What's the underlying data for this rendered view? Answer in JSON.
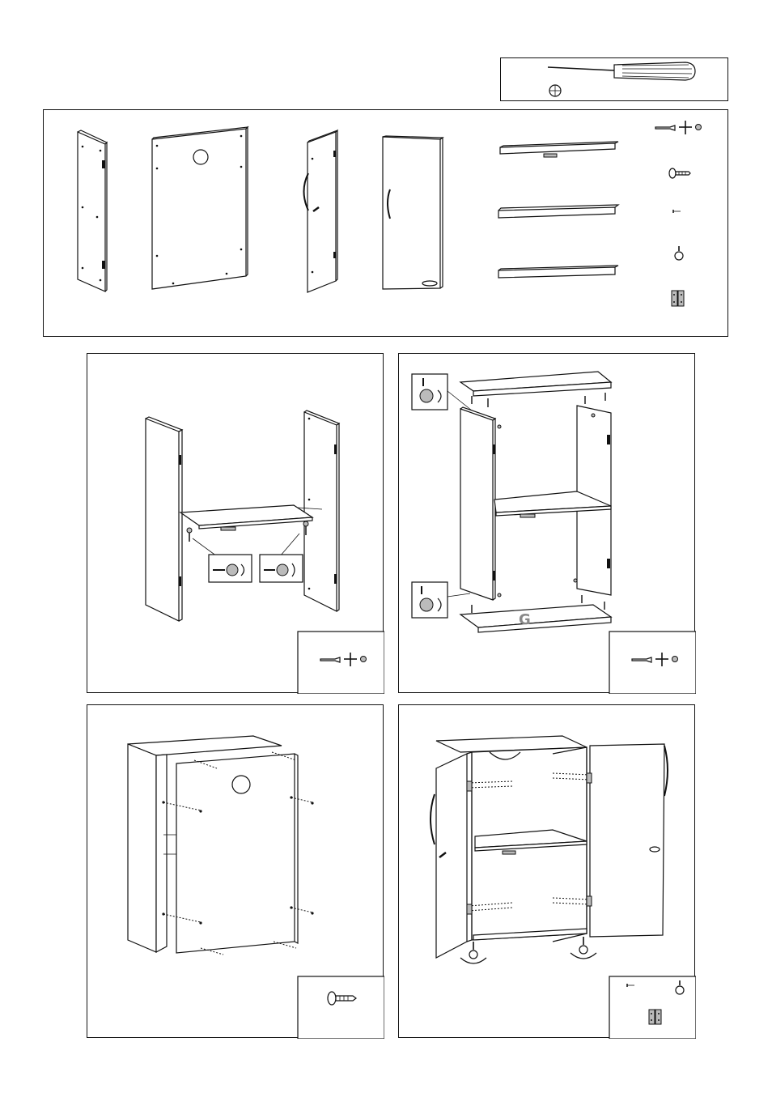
{
  "tools": {
    "icons": [
      "screwdriver-icon",
      "phillips-head-icon"
    ]
  },
  "parts": {
    "panels": [
      "side-panel-left",
      "back-panel",
      "door-panel-left",
      "door-panel-right",
      "shelf-top",
      "shelf-middle",
      "shelf-bottom"
    ],
    "hardware": [
      "cam-bolt-icon",
      "wood-screw-icon",
      "small-screw-icon",
      "leveling-foot-icon",
      "hinge-icon"
    ]
  },
  "steps": [
    {
      "hardware": [
        "cam-bolt-icon"
      ]
    },
    {
      "label": "G",
      "hardware": [
        "cam-bolt-icon"
      ]
    },
    {
      "hardware": [
        "wood-screw-icon"
      ]
    },
    {
      "hardware": [
        "small-screw-icon",
        "leveling-foot-icon",
        "hinge-icon"
      ]
    }
  ]
}
